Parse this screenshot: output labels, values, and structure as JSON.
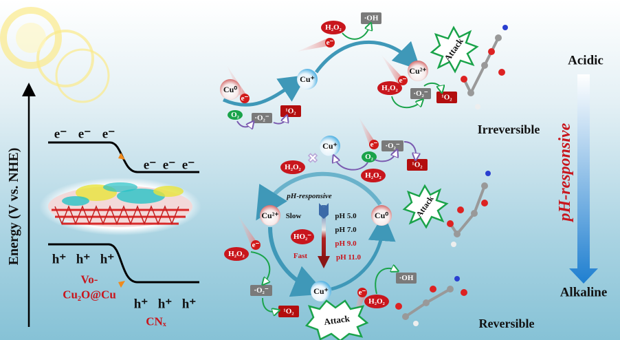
{
  "colors": {
    "accent_red": "#c8161d",
    "green": "#1aa34a",
    "grey": "#7a7a7a",
    "arrow_blue": "#3f98b8"
  },
  "left_panel": {
    "axis_label": "Energy (V vs. NHE)",
    "electrons_top": [
      "e⁻",
      "e⁻",
      "e⁻"
    ],
    "electrons_bottom": [
      "e⁻",
      "e⁻",
      "e⁻"
    ],
    "holes_left": [
      "h⁺",
      "h⁺",
      "h⁺"
    ],
    "holes_right": [
      "h⁺",
      "h⁺",
      "h⁺"
    ],
    "material_1_line1": "Vo-",
    "material_1_line2": "Cu₂O@Cu",
    "material_2": "CNₓ"
  },
  "top_pathway": {
    "cu0": "Cu⁰",
    "cu_plus": "Cu⁺",
    "cu2_plus": "Cu²⁺",
    "e1": "e⁻",
    "e2": "e⁻",
    "e3": "e⁻",
    "o2": "O₂",
    "superoxide": "·O₂⁻",
    "singlet_o2": "¹O₂",
    "h2o2_a": "H₂O₂",
    "hydroxyl": "·OH",
    "h2o2_b": "H₂O₂",
    "superoxide_b": "·O₂⁻",
    "singlet_o2_b": "¹O₂",
    "attack": "Attack"
  },
  "cycle": {
    "cu_plus_top": "Cu⁺",
    "h2o2_top_left": "H₂O₂",
    "e_top": "e⁻",
    "superoxide_top": "·O₂⁻",
    "o2_top": "O₂",
    "h2o2_top_right": "H₂O₂",
    "singlet_o2_top": "¹O₂",
    "cu2_plus": "Cu²⁺",
    "cu0": "Cu⁰",
    "cu_plus_bottom": "Cu⁺",
    "center_title": "pH-responsive",
    "slow": "Slow",
    "fast": "Fast",
    "ho2": "HO₂⁻",
    "ph_values": [
      "pH 5.0",
      "pH 7.0",
      "pH 9.0",
      "pH 11.0"
    ],
    "e_left": "e⁻",
    "h2o2_left": "H₂O₂",
    "superoxide_left": "·O₂⁻",
    "singlet_o2_left": "¹O₂",
    "e_bottom": "e⁻",
    "h2o2_bottom": "H₂O₂",
    "hydroxyl_bottom": "·OH",
    "attack_right": "Attack",
    "attack_bottom": "Attack"
  },
  "right_panel": {
    "acidic": "Acidic",
    "alkaline": "Alkaline",
    "ph_responsive": "pH-responsive",
    "irreversible": "Irreversible",
    "reversible": "Reversible"
  }
}
